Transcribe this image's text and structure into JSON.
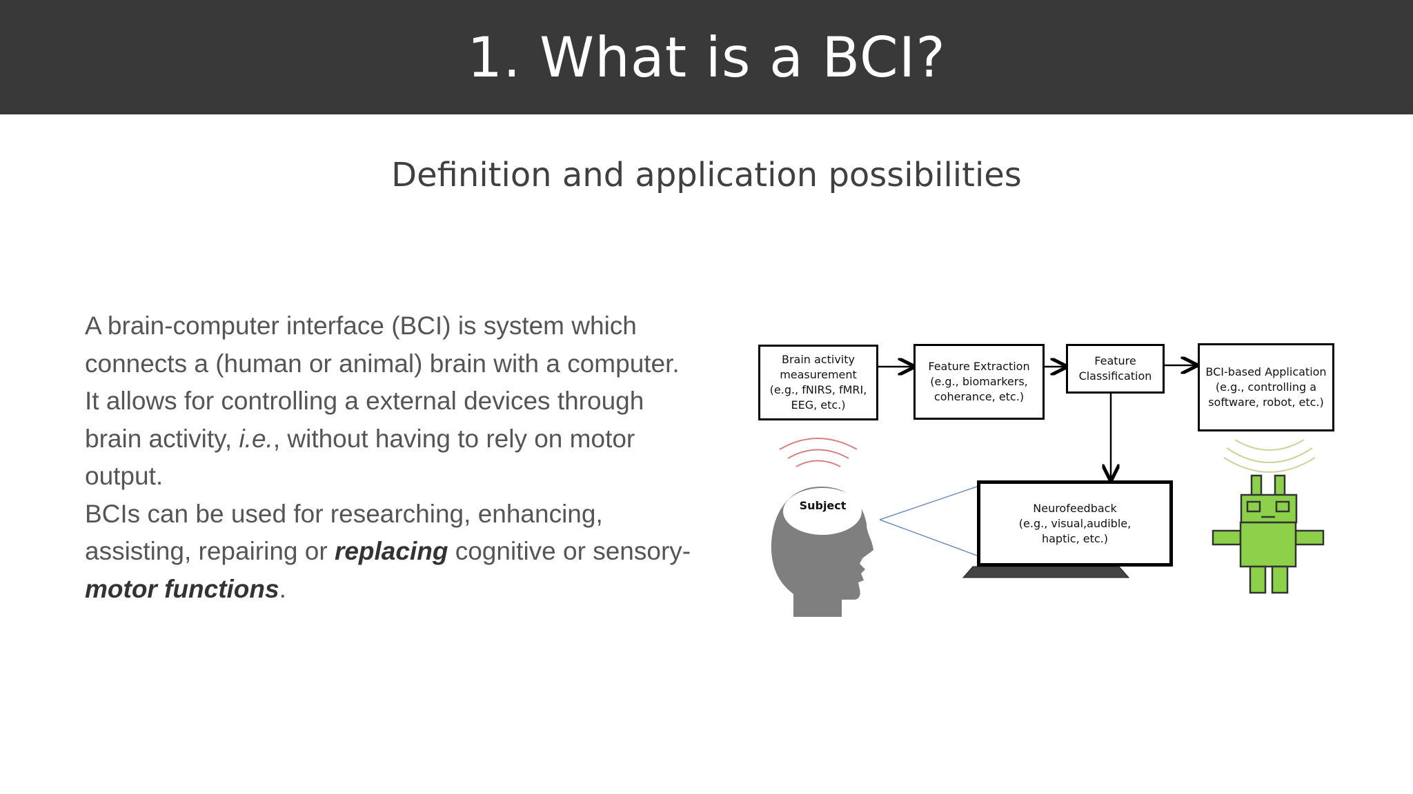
{
  "header": {
    "title": "1. What is a BCI?"
  },
  "subtitle": "Definition and application possibilities",
  "body": {
    "p1": "A brain-computer interface (BCI) is system which connects a (human or animal) brain with a computer.",
    "p2_pre": "It allows for controlling a external devices through brain activity, ",
    "p2_ie": "i.e.",
    "p2_post": ", without having to rely on motor output.",
    "p3_pre": "BCIs can be used for researching, enhancing, assisting, repairing or ",
    "p3_em1": "replacing",
    "p3_mid": " cognitive or sensory-",
    "p3_em2": "motor functions",
    "p3_post": "."
  },
  "diagram": {
    "box_measure": "Brain activity\nmeasurement\n(e.g., fNIRS, fMRI,\nEEG, etc.)",
    "box_extract": "Feature Extraction\n(e.g., biomarkers,\ncoherance, etc.)",
    "box_classify": "Feature\nClassification",
    "box_app": "BCI-based Application\n(e.g., controlling a\nsoftware, robot, etc.)",
    "box_neuro": "Neurofeedback\n(e.g., visual,audible,\nhaptic, etc.)",
    "subject_label": "Subject",
    "colors": {
      "head": "#7f7f7f",
      "robot": "#8dd04a",
      "wave_red": "#d9807e",
      "wave_green": "#c7d49a",
      "beam": "#6f8fbf"
    }
  }
}
